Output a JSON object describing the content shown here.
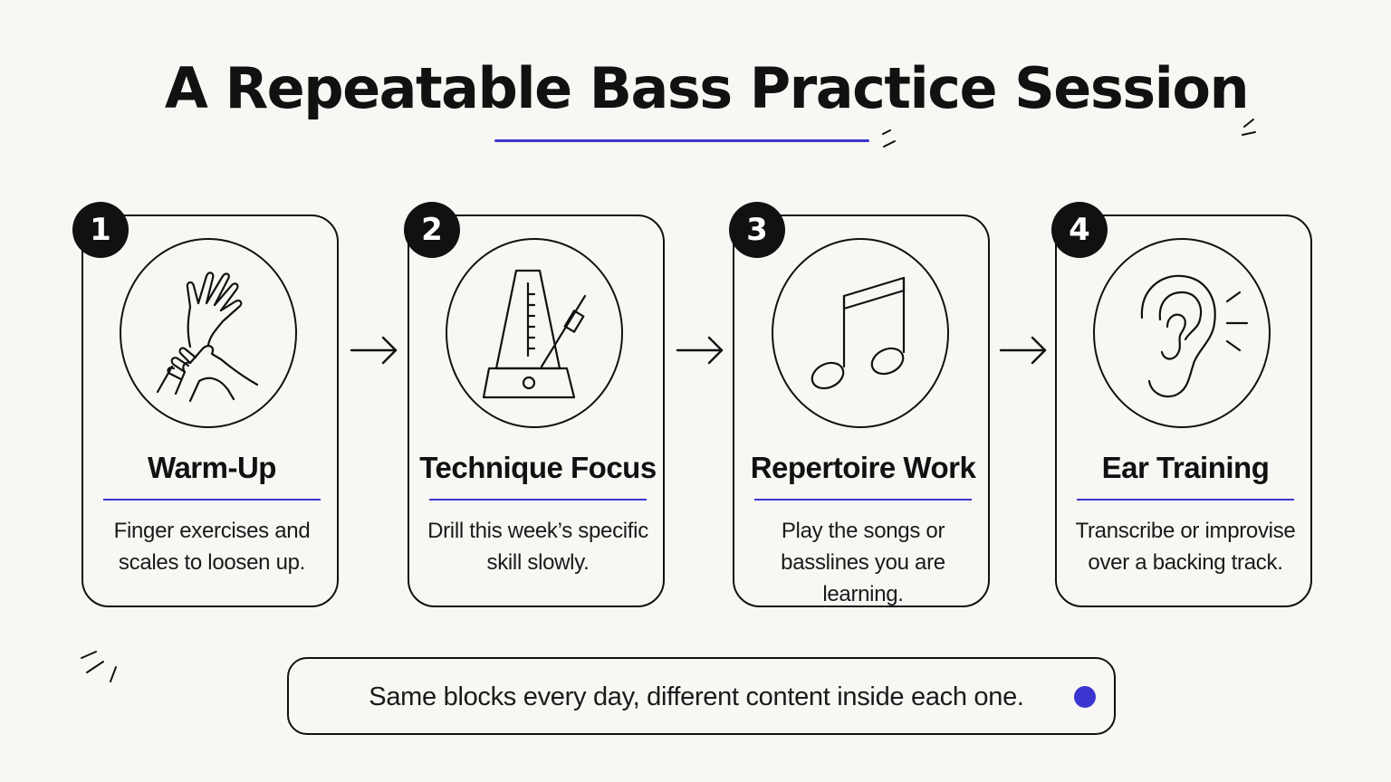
{
  "title": "A Repeatable Bass Practice Session",
  "accent_color": "#3b36d1",
  "steps": [
    {
      "number": "1",
      "title": "Warm-Up",
      "description": "Finger exercises and scales to loosen up.",
      "icon": "stretching-hands-icon"
    },
    {
      "number": "2",
      "title": "Technique Focus",
      "description": "Drill this week’s specific skill slowly.",
      "icon": "metronome-icon"
    },
    {
      "number": "3",
      "title": "Repertoire Work",
      "description": "Play the songs or basslines you are learning.",
      "icon": "music-note-icon"
    },
    {
      "number": "4",
      "title": "Ear Training",
      "description": "Transcribe or improvise over a backing track.",
      "icon": "ear-icon"
    }
  ],
  "footer": {
    "text": "Same blocks every day, different content inside each one."
  }
}
